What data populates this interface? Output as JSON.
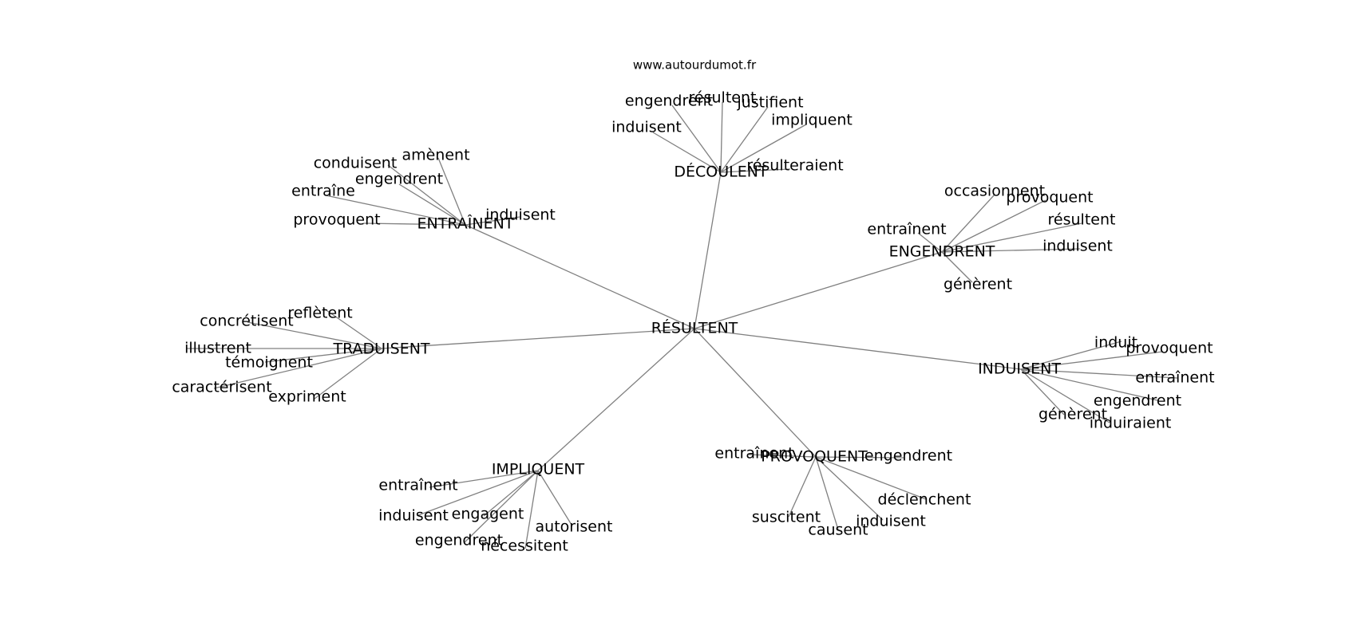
{
  "source": "www.autourdumot.fr",
  "colors": {
    "edge": "#808080",
    "text": "#000000",
    "background": "#ffffff"
  },
  "root": "RÉSULTENT",
  "branches": [
    {
      "label": "DÉCOULENT",
      "leaves": [
        "engendrent",
        "résultent",
        "justifient",
        "induisent",
        "impliquent",
        "résulteraient"
      ]
    },
    {
      "label": "ENTRAÎNENT",
      "leaves": [
        "amènent",
        "conduisent",
        "engendrent",
        "entraîne",
        "induisent",
        "provoquent"
      ]
    },
    {
      "label": "ENGENDRENT",
      "leaves": [
        "occasionnent",
        "provoquent",
        "résultent",
        "entraînent",
        "induisent",
        "génèrent"
      ]
    },
    {
      "label": "TRADUISENT",
      "leaves": [
        "reflètent",
        "concrétisent",
        "illustrent",
        "témoignent",
        "caractérisent",
        "expriment"
      ]
    },
    {
      "label": "INDUISENT",
      "leaves": [
        "induit",
        "provoquent",
        "entraînent",
        "engendrent",
        "génèrent",
        "induiraient"
      ]
    },
    {
      "label": "IMPLIQUENT",
      "leaves": [
        "entraînent",
        "induisent",
        "engagent",
        "autorisent",
        "engendrent",
        "nécessitent"
      ]
    },
    {
      "label": "PROVOQUENT",
      "leaves": [
        "entraînent",
        "engendrent",
        "déclenchent",
        "suscitent",
        "induisent",
        "causent"
      ]
    }
  ]
}
